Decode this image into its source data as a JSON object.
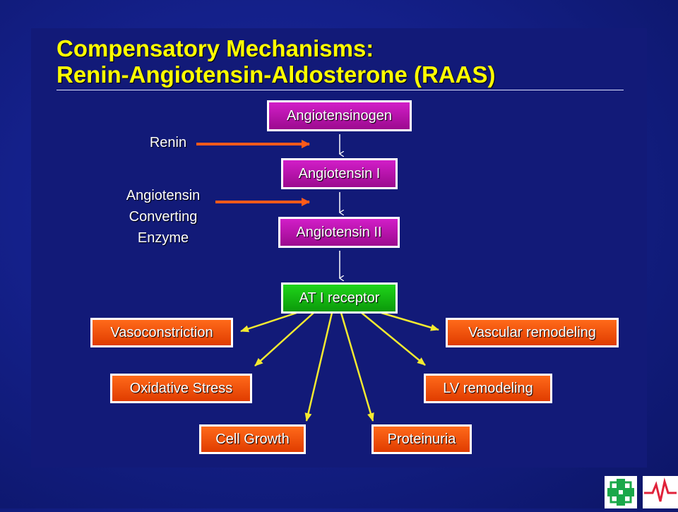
{
  "slide": {
    "title_line1": "Compensatory Mechanisms:",
    "title_line2": "Renin-Angiotensin-Aldosterone (RAAS)"
  },
  "cascade": {
    "angiotensinogen": "Angiotensinogen",
    "angiotensin_1": "Angiotensin I",
    "angiotensin_2": "Angiotensin II",
    "receptor": "AT I receptor"
  },
  "enzymes": {
    "renin": "Renin",
    "ace_line1": "Angiotensin",
    "ace_line2": "Converting",
    "ace_line3": "Enzyme"
  },
  "effects": {
    "vasoconstriction": "Vasoconstriction",
    "vascular_remodeling": "Vascular remodeling",
    "oxidative_stress": "Oxidative Stress",
    "lv_remodeling": "LV remodeling",
    "cell_growth": "Cell Growth",
    "proteinuria": "Proteinuria"
  },
  "colors": {
    "title": "#ffff00",
    "cascade_box": "#c018b8",
    "receptor_box": "#16c012",
    "effect_box": "#ff5a10",
    "enzyme_arrow": "#ff5a1a",
    "effect_arrow": "#f4ea30"
  },
  "icons": [
    "hospital-cross-logo-icon",
    "heartbeat-logo-icon"
  ]
}
